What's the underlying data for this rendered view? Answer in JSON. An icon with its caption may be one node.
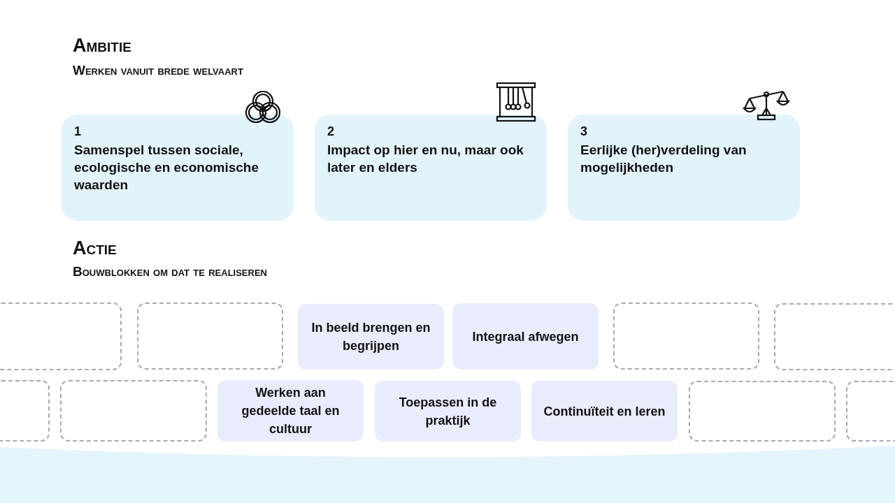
{
  "diagram": {
    "nodes": [
      {
        "text": [
          "1",
          "Samenspel tussen sociale, ecologische en economische waarden"
        ]
      },
      {
        "text": [
          "2",
          "Impact op hier en nu, maar ook later en elders"
        ]
      },
      {
        "text": [
          "3",
          "Eerlijke (her)verdeling van mogelijkheden"
        ]
      },
      {
        "text": [],
        "shape": "box"
      },
      {
        "text": [],
        "shape": "box"
      },
      {
        "text": [
          "In beeld brengen en begrijpen"
        ]
      },
      {
        "text": [
          "Integraal afwegen"
        ]
      },
      {
        "text": [],
        "shape": "box"
      },
      {
        "text": [],
        "shape": "box"
      },
      {
        "text": [],
        "shape": "box"
      },
      {
        "text": [],
        "shape": "box"
      },
      {
        "text": [
          "Werken aan gedeelde taal en cultuur"
        ]
      },
      {
        "text": [
          "Toepassen in de praktijk"
        ]
      },
      {
        "text": [
          "Continuïteit en leren"
        ]
      },
      {
        "text": [],
        "shape": "box"
      },
      {
        "text": [],
        "shape": "box"
      }
    ],
    "edges": [],
    "labels": [
      "Ambitie",
      "Werken vanuit brede welvaart",
      "Actie",
      "Bouwblokken om dat te realiseren"
    ]
  }
}
